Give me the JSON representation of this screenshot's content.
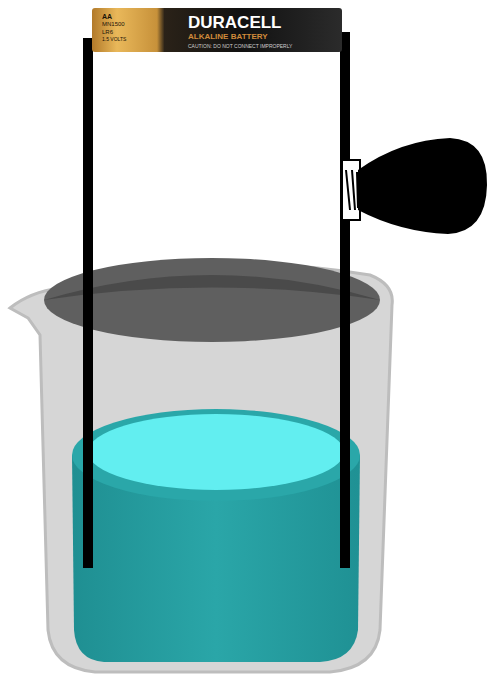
{
  "diagram": {
    "nodes": [
      {
        "text": [
          "AA",
          "MN1500",
          "LR6",
          "1.5 VOLTS",
          "DURACELL",
          "ALKALINE BATTERY",
          "CAUTION: DO NOT CONNECT IMPROPERLY"
        ]
      }
    ]
  }
}
